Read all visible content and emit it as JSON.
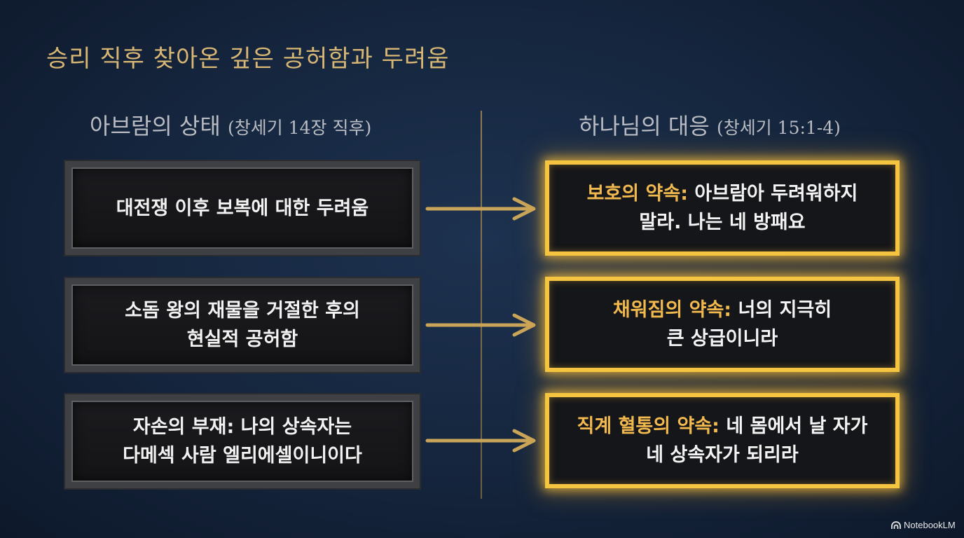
{
  "title": "승리 직후 찾아온 깊은 공허함과 두려움",
  "left_column": {
    "heading": "아브람의 상태",
    "reference": "(창세기 14장 직후)",
    "items": [
      {
        "line1": "대전쟁 이후 보복에 대한 두려움",
        "line2": ""
      },
      {
        "line1": "소돔 왕의 재물을 거절한 후의",
        "line2": "현실적 공허함"
      },
      {
        "line1": "자손의 부재: 나의 상속자는",
        "line2": "다메섹 사람 엘리에셀이니이다"
      }
    ]
  },
  "right_column": {
    "heading": "하나님의 대응",
    "reference": "(창세기 15:1-4)",
    "items": [
      {
        "lead": "보호의 약속:",
        "line1": "아브람아 두려워하지",
        "line2": "말라. 나는 네 방패요"
      },
      {
        "lead": "채워짐의 약속:",
        "line1": "너의 지극히",
        "line2": "큰 상급이니라"
      },
      {
        "lead": "직계 혈통의 약속:",
        "line1": "네 몸에서 날 자가",
        "line2": "네 상속자가 되리라"
      }
    ]
  },
  "branding": {
    "label": "NotebookLM",
    "icon": "notebooklm-logo-icon"
  },
  "colors": {
    "title": "#d8b774",
    "accent_border": "#f5c542",
    "accent_text": "#f1b94e",
    "arrow": "#c9a55a"
  }
}
